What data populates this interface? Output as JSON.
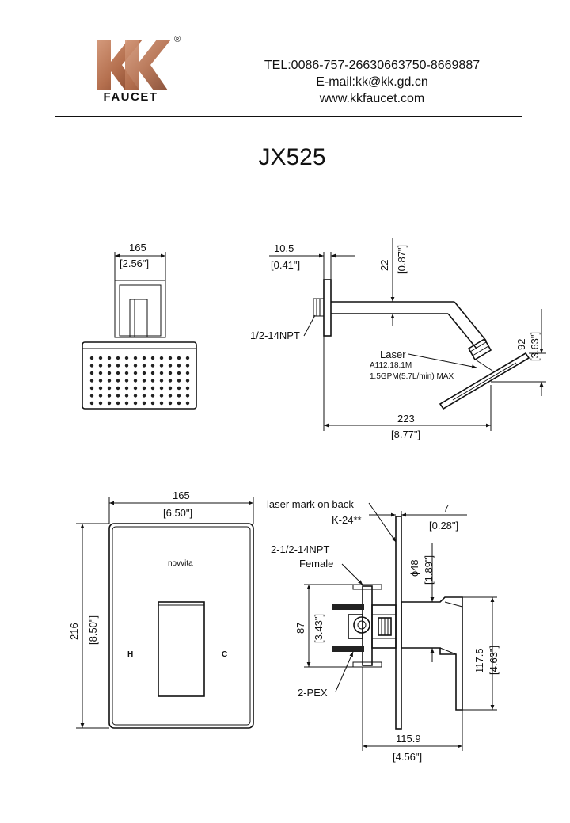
{
  "header": {
    "logo_text": "FAUCET",
    "logo_mark": "KK",
    "registered": "®",
    "tel": "TEL:0086-757-26630663750-8669887",
    "email": "E-mail:kk@kk.gd.cn",
    "website": "www.kkfaucet.com"
  },
  "model": "JX525",
  "showerhead_front": {
    "width_mm": "165",
    "width_in": "[2.56\"]"
  },
  "shower_arm_side": {
    "flange_mm": "10.5",
    "flange_in": "[0.41\"]",
    "height_mm": "22",
    "height_in": "[0.87\"]",
    "thread": "1/2-14NPT",
    "laser_title": "Laser",
    "laser_code": "A112.18.1M",
    "laser_flow": "1.5GPM(5.7L/min) MAX",
    "drop_mm": "92",
    "drop_in": "[3.63\"]",
    "reach_mm": "223",
    "reach_in": "[8.77\"]"
  },
  "trim_plate_front": {
    "width_mm": "165",
    "width_in": "[6.50\"]",
    "height_mm": "216",
    "height_in": "[8.50\"]",
    "brand": "novvita",
    "hot": "H",
    "cold": "C"
  },
  "valve_side": {
    "laser_mark": "laser mark on back",
    "laser_code": "K-24**",
    "plate_mm": "7",
    "plate_in": "[0.28\"]",
    "inlet": "2-1/2-14NPT",
    "inlet_type": "Female",
    "dia_mm": "ɸ48",
    "dia_in": "[1.89\"]",
    "body_mm": "87",
    "body_in": "[3.43\"]",
    "pex": "2-PEX",
    "handle_mm": "117.5",
    "handle_in": "[4.63\"]",
    "depth_mm": "115.9",
    "depth_in": "[4.56\"]"
  },
  "colors": {
    "logo_copper": "#b5704f",
    "logo_copper_dark": "#8a4a30",
    "line": "#111111"
  }
}
